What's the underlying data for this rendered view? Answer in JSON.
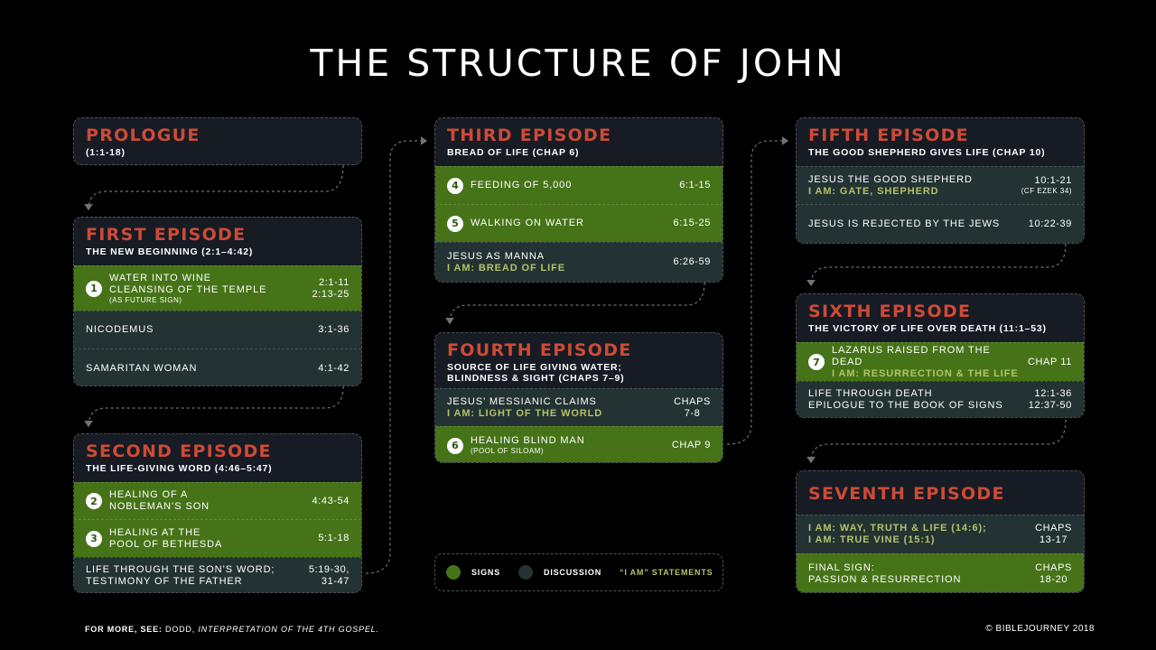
{
  "title": "THE STRUCTURE OF JOHN",
  "prologue": {
    "title": "PROLOGUE",
    "ref": "(1:1-18)"
  },
  "first": {
    "title": "FIRST EPISODE",
    "subtitle": "THE NEW BEGINNING (2:1–4:42)",
    "rows": [
      {
        "num": "1",
        "label": "WATER INTO WINE\nCLEANSING OF THE TEMPLE",
        "note": "(AS FUTURE SIGN)",
        "ref": "2:1-11\n2:13-25"
      },
      {
        "label": "NICODEMUS",
        "ref": "3:1-36"
      },
      {
        "label": "SAMARITAN WOMAN",
        "ref": "4:1-42"
      }
    ]
  },
  "second": {
    "title": "SECOND EPISODE",
    "subtitle": "THE LIFE-GIVING WORD (4:46–5:47)",
    "rows": [
      {
        "num": "2",
        "label": "HEALING OF A\nNOBLEMAN’S SON",
        "ref": "4:43-54"
      },
      {
        "num": "3",
        "label": "HEALING AT THE\nPOOL OF BETHESDA",
        "ref": "5:1-18"
      },
      {
        "label": "LIFE THROUGH THE SON’S WORD;\nTESTIMONY OF THE FATHER",
        "ref": "5:19-30,\n31-47"
      }
    ]
  },
  "third": {
    "title": "THIRD EPISODE",
    "subtitle": "BREAD OF LIFE (CHAP 6)",
    "rows": [
      {
        "num": "4",
        "label": "FEEDING OF 5,000",
        "ref": "6:1-15"
      },
      {
        "num": "5",
        "label": "WALKING ON WATER",
        "ref": "6:15-25"
      },
      {
        "label": "JESUS AS MANNA",
        "iam": "I AM: BREAD OF LIFE",
        "ref": "6:26-59"
      }
    ]
  },
  "fourth": {
    "title": "FOURTH EPISODE",
    "subtitle": "SOURCE OF LIFE GIVING WATER;\nBLINDNESS & SIGHT (CHAPS 7–9)",
    "rows": [
      {
        "label": "JESUS’ MESSIANIC CLAIMS",
        "iam": "I AM: LIGHT OF THE WORLD",
        "ref": "CHAPS\n7-8"
      },
      {
        "num": "6",
        "label": "HEALING BLIND MAN",
        "note": "(POOL OF SILOAM)",
        "ref": "CHAP 9"
      }
    ]
  },
  "fifth": {
    "title": "FIFTH EPISODE",
    "subtitle": "THE GOOD SHEPHERD GIVES LIFE (CHAP 10)",
    "rows": [
      {
        "label": "JESUS THE GOOD SHEPHERD",
        "iam": "I AM: GATE, SHEPHERD",
        "ref": "10:1-21",
        "ref_note": "(CF EZEK 34)"
      },
      {
        "label": "JESUS IS REJECTED BY THE JEWS",
        "ref": "10:22-39"
      }
    ]
  },
  "sixth": {
    "title": "SIXTH EPISODE",
    "subtitle": "THE VICTORY OF LIFE OVER DEATH (11:1–53)",
    "rows": [
      {
        "num": "7",
        "label": "LAZARUS RAISED FROM THE DEAD",
        "iam": "I AM: RESURRECTION & THE LIFE",
        "ref": "CHAP 11"
      },
      {
        "label": "LIFE THROUGH DEATH\nEPILOGUE TO THE BOOK OF SIGNS",
        "ref": "12:1-36\n12:37-50"
      }
    ]
  },
  "seventh": {
    "title": "SEVENTH EPISODE",
    "rows": [
      {
        "iam1": "I AM: WAY, TRUTH & LIFE (14:6);",
        "iam2": "I AM: TRUE VINE (15:1)",
        "ref": "CHAPS\n13-17"
      },
      {
        "label": "FINAL SIGN:\nPASSION & RESURRECTION",
        "ref": "CHAPS\n18-20"
      }
    ]
  },
  "legend": {
    "signs": "SIGNS",
    "discussion": "DISCUSSION",
    "iam": "“I AM” STATEMENTS"
  },
  "footer": {
    "prefix": "FOR MORE, SEE:",
    "author": "DODD,",
    "work": "INTERPRETATION OF THE 4TH GOSPEL.",
    "copyright": "© BIBLEJOURNEY 2018"
  },
  "colors": {
    "accent": "#cd4b36",
    "sign": "#467318",
    "discussion": "#233232",
    "iam": "#b4c36a",
    "card": "#161b24"
  }
}
